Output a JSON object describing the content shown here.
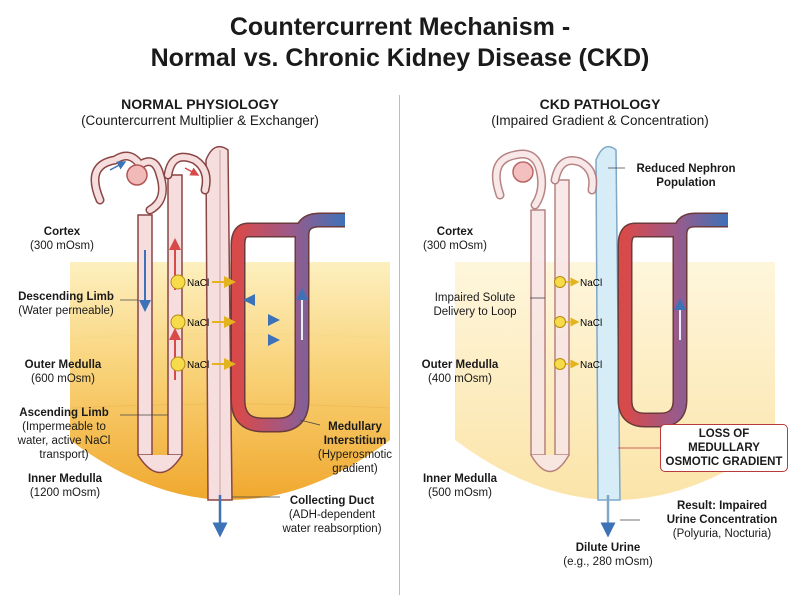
{
  "title": {
    "line1": "Countercurrent Mechanism -",
    "line2": "Normal vs. Chronic Kidney Disease (CKD)"
  },
  "left_panel": {
    "heading": "NORMAL PHYSIOLOGY",
    "subheading": "(Countercurrent Multiplier & Exchanger)",
    "cortex": {
      "name": "Cortex",
      "value": "(300 mOsm)"
    },
    "descending_limb": {
      "name": "Descending Limb",
      "note": "(Water permeable)"
    },
    "outer_medulla": {
      "name": "Outer Medulla",
      "value": "(600 mOsm)"
    },
    "ascending_limb": {
      "name": "Ascending Limb",
      "note1": "(Impermeable to",
      "note2": "water, active NaCl",
      "note3": "transport)"
    },
    "inner_medulla": {
      "name": "Inner Medulla",
      "value": "(1200 mOsm)"
    },
    "medullary_interstitium": {
      "name1": "Medullary",
      "name2": "Interstitium",
      "note1": "(Hyperosmotic",
      "note2": "gradient)"
    },
    "collecting_duct": {
      "name": "Collecting Duct",
      "note1": "(ADH-dependent",
      "note2": "water reabsorption)"
    },
    "nacl": "NaCl"
  },
  "right_panel": {
    "heading": "CKD PATHOLOGY",
    "subheading": "(Impaired Gradient & Concentration)",
    "reduced_nephron": {
      "line1": "Reduced Nephron",
      "line2": "Population"
    },
    "cortex": {
      "name": "Cortex",
      "value": "(300 mOsm)"
    },
    "impaired_solute": {
      "line1": "Impaired Solute",
      "line2": "Delivery to Loop"
    },
    "outer_medulla": {
      "name": "Outer Medulla",
      "value": "(400 mOsm)"
    },
    "loss_gradient": {
      "line1": "LOSS OF",
      "line2": "MEDULLARY",
      "line3": "OSMOTIC GRADIENT"
    },
    "inner_medulla": {
      "name": "Inner Medulla",
      "value": "(500 mOsm)"
    },
    "result": {
      "line1": "Result: Impaired",
      "line2": "Urine Concentration",
      "line3": "(Polyuria, Nocturia)"
    },
    "dilute_urine": {
      "name": "Dilute Urine",
      "value": "(e.g., 280 mOsm)"
    },
    "nacl": "NaCl"
  },
  "colors": {
    "red": "#d84a4a",
    "blue": "#3d72b8",
    "tubule_fill": "#f6dede",
    "tubule_stroke": "#8a4545",
    "medulla_dark": "#f2b13a",
    "medulla_light": "#fdf2c6",
    "duct_ckd": "#d6ecf6"
  }
}
